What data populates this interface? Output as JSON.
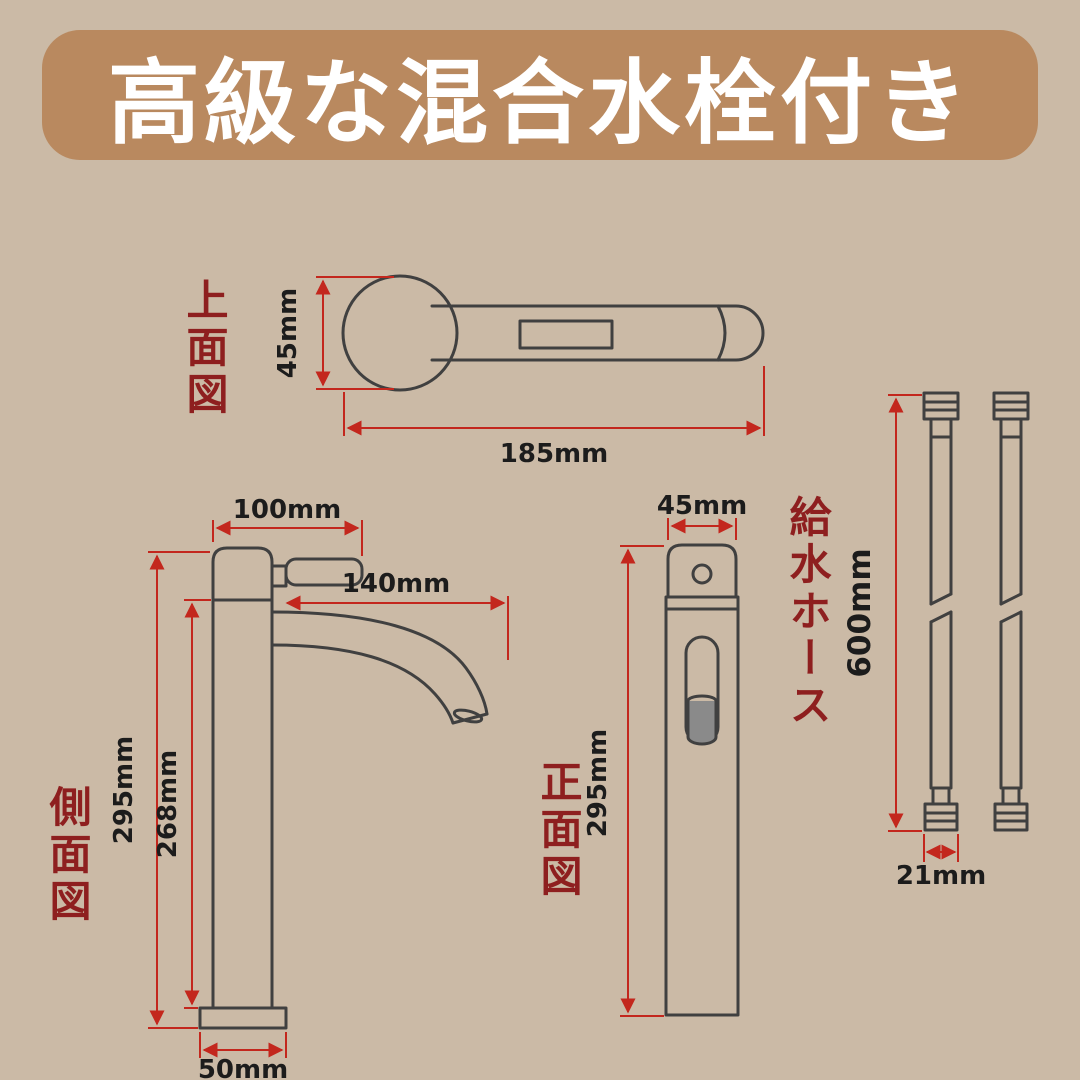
{
  "header": {
    "title": "高級な混合水栓付き"
  },
  "labels": {
    "top_view": "上面図",
    "side_view": "側面図",
    "front_view": "正面図",
    "hose": "給水ホース"
  },
  "dims": {
    "top_height": "45mm",
    "top_length": "185mm",
    "side_top_width": "100mm",
    "side_spout_reach": "140mm",
    "side_total_height": "295mm",
    "side_body_height": "268mm",
    "side_base_width": "50mm",
    "front_width": "45mm",
    "front_height": "295mm",
    "hose_length": "600mm",
    "hose_connector_width": "21mm"
  },
  "colors": {
    "background": "#cbbaa6",
    "banner": "#b9895f",
    "banner_text": "#ffffff",
    "label_text": "#8e1f1f",
    "dimension_line": "#c3271d",
    "dimension_text": "#1c1c1c",
    "drawing_line": "#404040"
  }
}
